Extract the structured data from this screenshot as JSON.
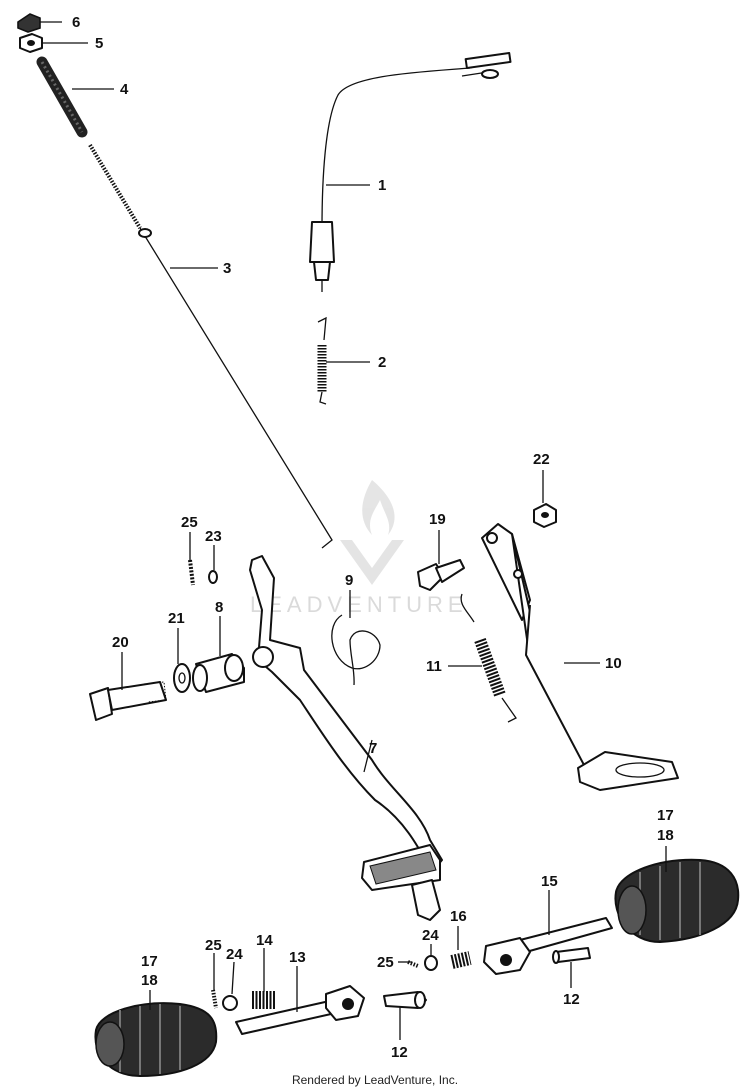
{
  "callouts": [
    {
      "id": "c6",
      "text": "6"
    },
    {
      "id": "c5",
      "text": "5"
    },
    {
      "id": "c4",
      "text": "4"
    },
    {
      "id": "c1",
      "text": "1"
    },
    {
      "id": "c3",
      "text": "3"
    },
    {
      "id": "c2",
      "text": "2"
    },
    {
      "id": "c22",
      "text": "22"
    },
    {
      "id": "c25a",
      "text": "25"
    },
    {
      "id": "c23",
      "text": "23"
    },
    {
      "id": "c19",
      "text": "19"
    },
    {
      "id": "c9",
      "text": "9"
    },
    {
      "id": "c8",
      "text": "8"
    },
    {
      "id": "c20",
      "text": "20"
    },
    {
      "id": "c21",
      "text": "21"
    },
    {
      "id": "c11",
      "text": "11"
    },
    {
      "id": "c10",
      "text": "10"
    },
    {
      "id": "c7",
      "text": "7"
    },
    {
      "id": "c17a",
      "text": "17"
    },
    {
      "id": "c18a",
      "text": "18"
    },
    {
      "id": "c15",
      "text": "15"
    },
    {
      "id": "c16",
      "text": "16"
    },
    {
      "id": "c24a",
      "text": "24"
    },
    {
      "id": "c25b",
      "text": "25"
    },
    {
      "id": "c14",
      "text": "14"
    },
    {
      "id": "c24b",
      "text": "24"
    },
    {
      "id": "c25c",
      "text": "25"
    },
    {
      "id": "c17b",
      "text": "17"
    },
    {
      "id": "c18b",
      "text": "18"
    },
    {
      "id": "c13",
      "text": "13"
    },
    {
      "id": "c12a",
      "text": "12"
    },
    {
      "id": "c12b",
      "text": "12"
    }
  ],
  "watermark": "LEADVENTURE",
  "footer": "Rendered by LeadVenture, Inc."
}
